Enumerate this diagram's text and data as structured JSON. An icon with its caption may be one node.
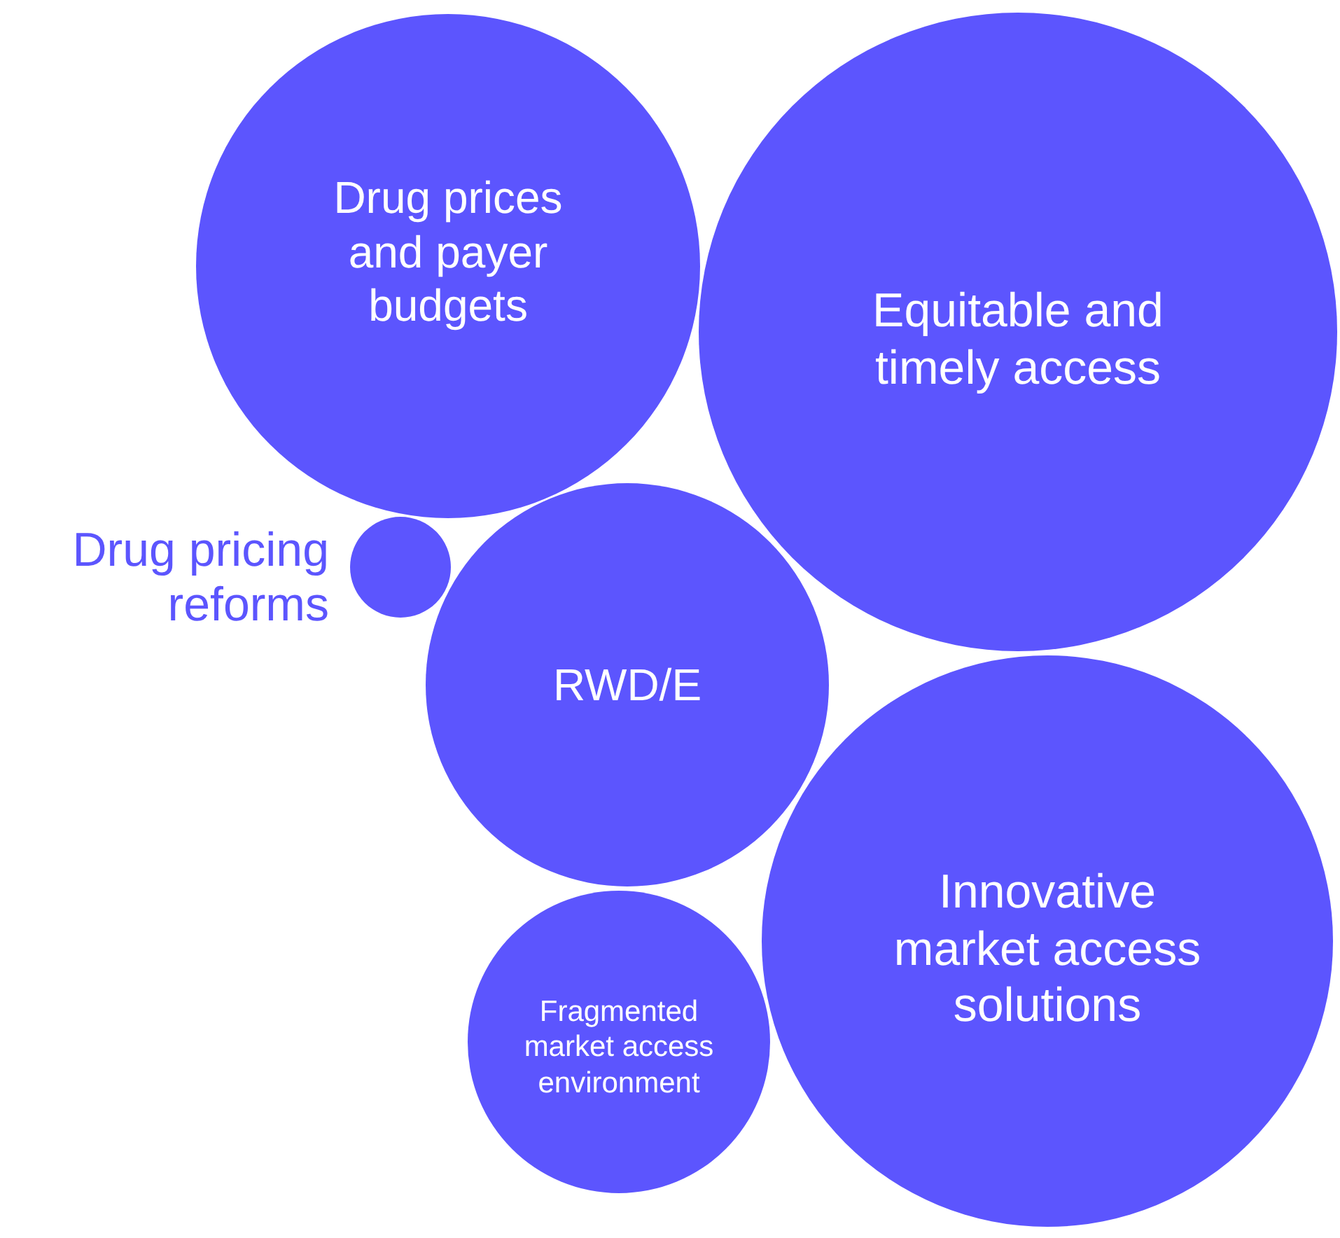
{
  "diagram": {
    "nodes": [
      {
        "text": [
          "Drug prices and payer budgets"
        ]
      },
      {
        "text": [
          "Equitable and timely access"
        ]
      },
      {
        "text": [],
        "shape": "circle",
        "beside": [
          "Drug pricing reforms"
        ]
      },
      {
        "text": [
          "RWD/E"
        ]
      },
      {
        "text": [
          "Innovative market access solutions"
        ]
      },
      {
        "text": [
          "Fragmented market access environment"
        ]
      }
    ]
  }
}
